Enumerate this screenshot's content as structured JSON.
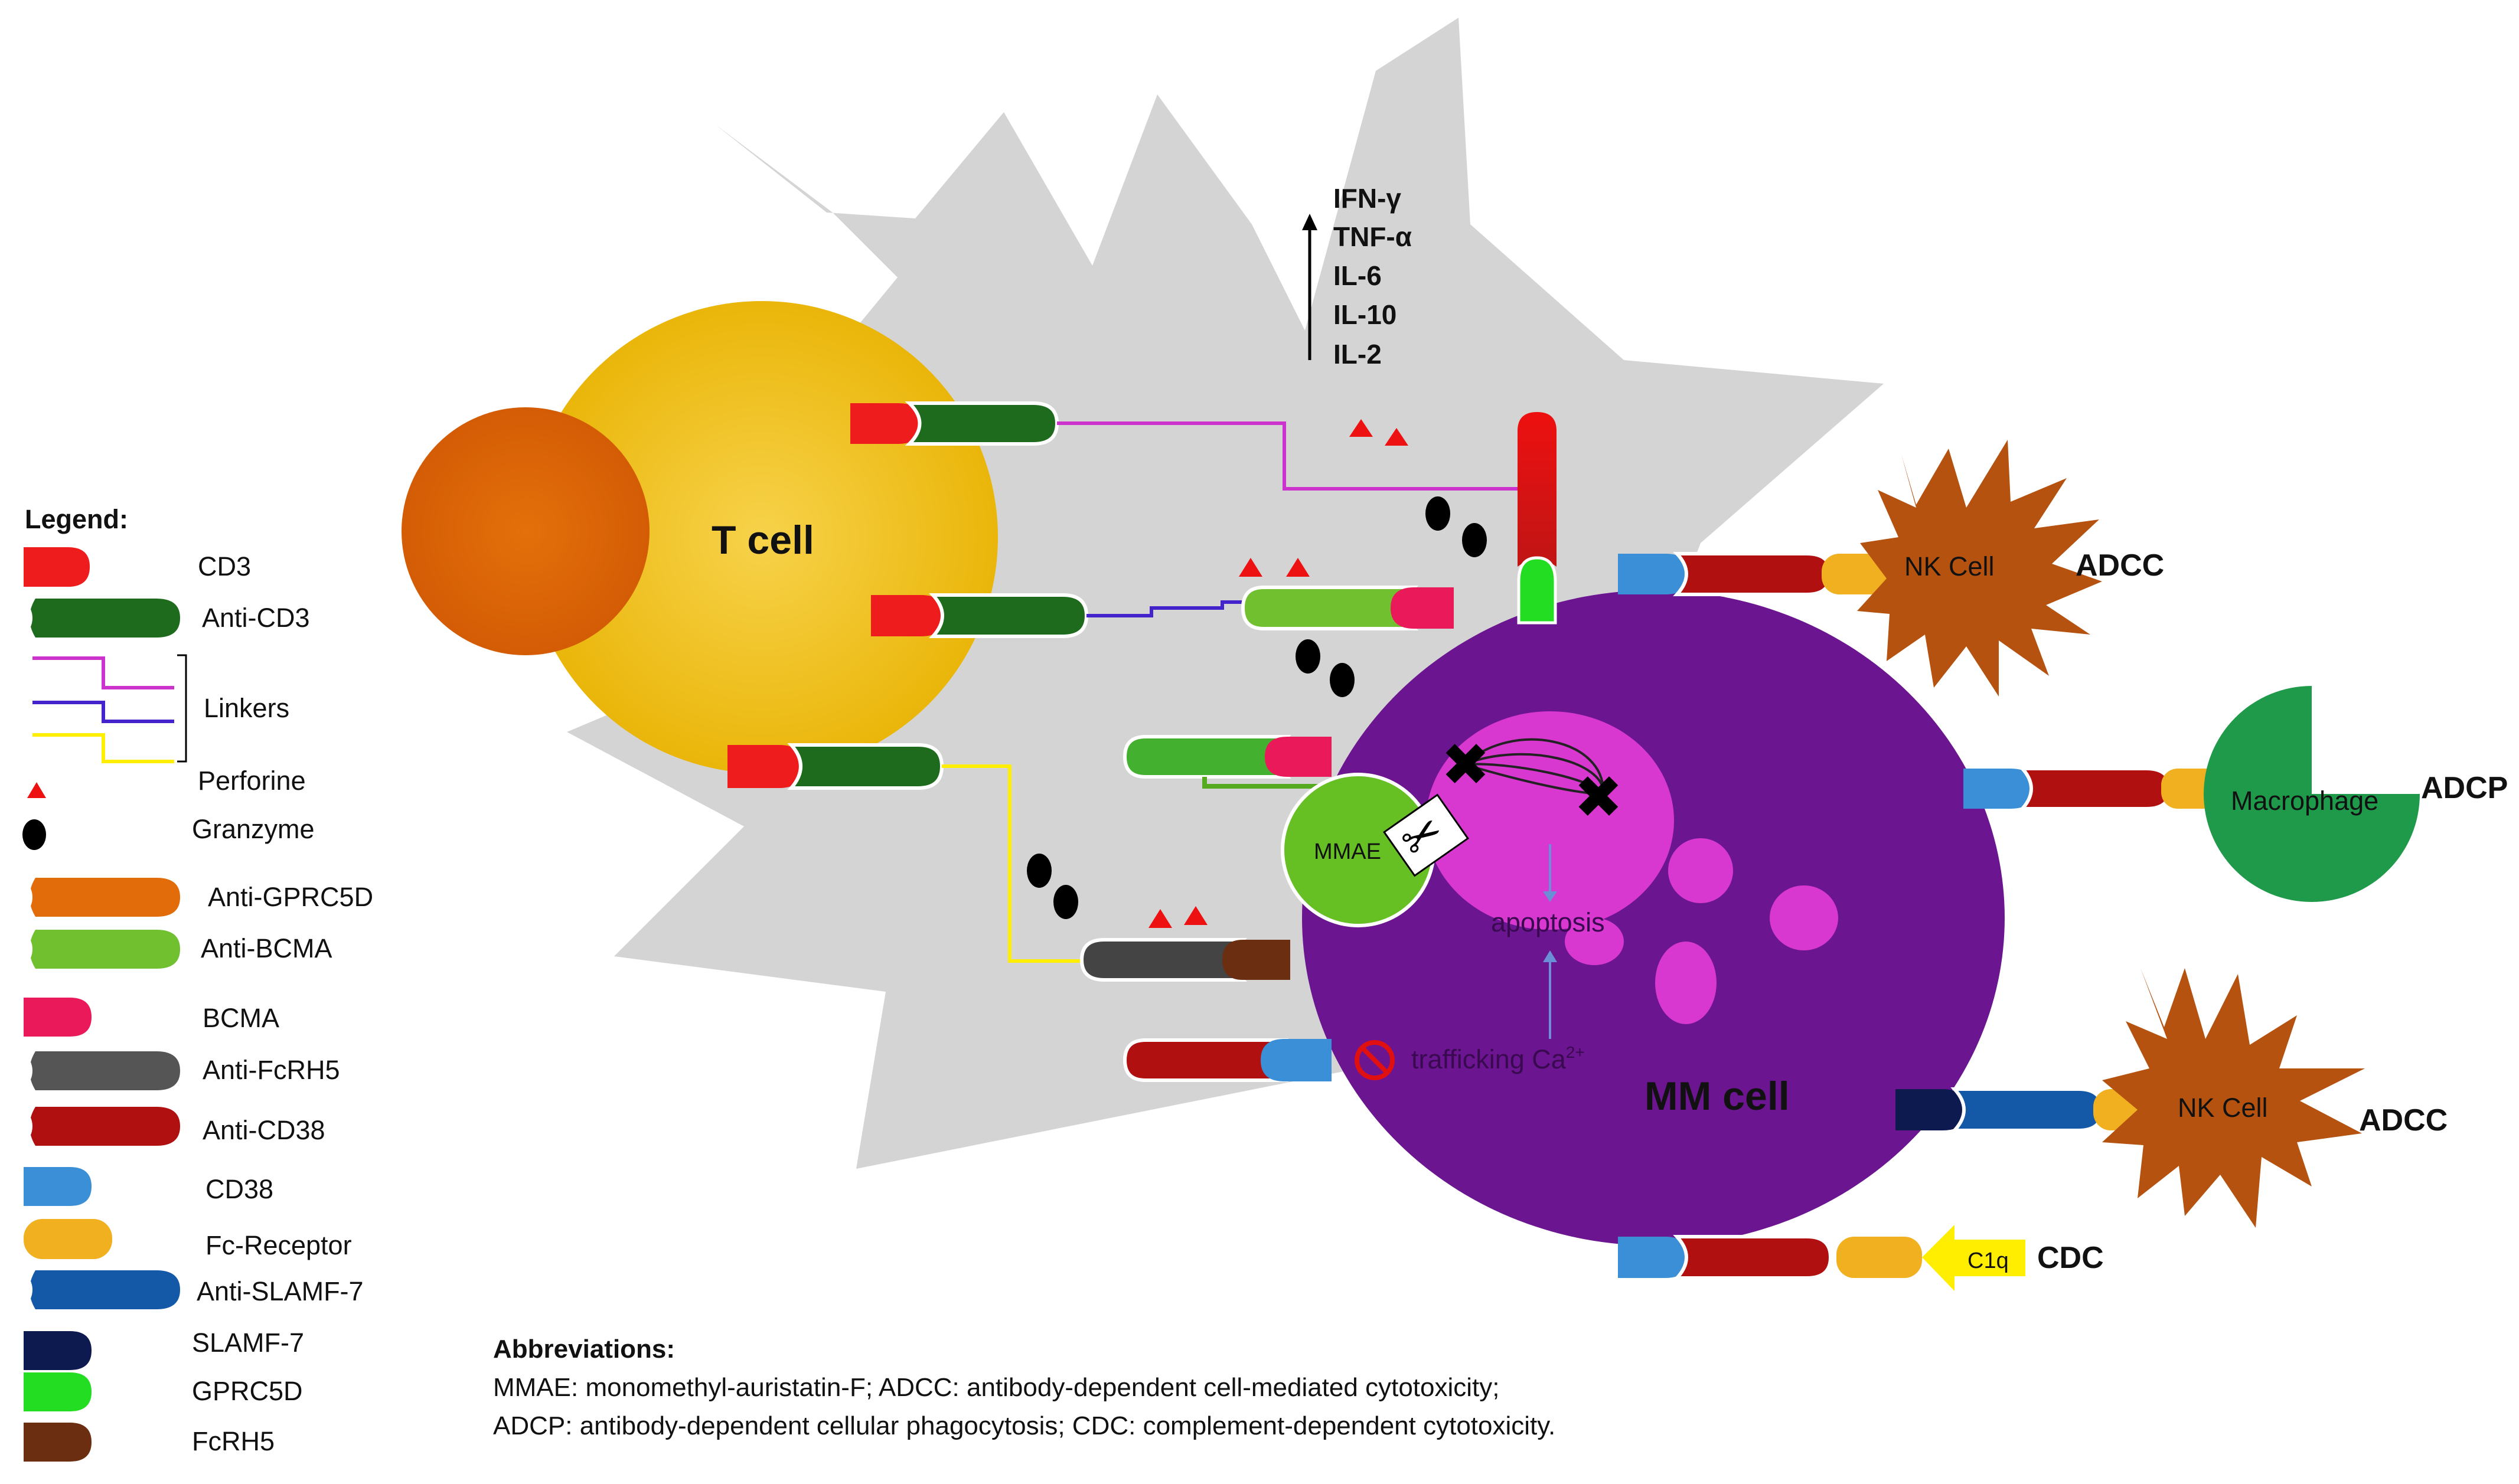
{
  "legend": {
    "title": "Legend:",
    "items": [
      {
        "label": "CD3",
        "color": "#ee1c1c"
      },
      {
        "label": "Anti-CD3",
        "color": "#1e6b1e"
      },
      {
        "label": "Linkers",
        "colors": [
          "#cc33cc",
          "#4422cc",
          "#ffee00"
        ]
      },
      {
        "label": "Perforine",
        "color": "#ee1c1c"
      },
      {
        "label": "Granzyme",
        "color": "#000000"
      },
      {
        "label": "Anti-GPRC5D",
        "color": "#e36c0a"
      },
      {
        "label": "Anti-BCMA",
        "color": "#70c030"
      },
      {
        "label": "BCMA",
        "color": "#ea1a5a"
      },
      {
        "label": "Anti-FcRH5",
        "color": "#555555"
      },
      {
        "label": "Anti-CD38",
        "color": "#b01010"
      },
      {
        "label": "CD38",
        "color": "#3b8fd6"
      },
      {
        "label": "Fc-Receptor",
        "color": "#f0b020"
      },
      {
        "label": "Anti-SLAMF-7",
        "color": "#1458a8"
      },
      {
        "label": "SLAMF-7",
        "color": "#0c1a50"
      },
      {
        "label": "GPRC5D",
        "color": "#22dd22"
      },
      {
        "label": "FcRH5",
        "color": "#6b2e10"
      }
    ]
  },
  "cells": {
    "t_cell": "T cell",
    "mm_cell": "MM cell",
    "nk_cell_top": "NK Cell",
    "nk_cell_bottom": "NK Cell",
    "macrophage": "Macrophage",
    "mmae": "MMAE",
    "c1q": "C1q"
  },
  "mechanisms": {
    "adcc_top": "ADCC",
    "adcp": "ADCP",
    "adcc_bottom": "ADCC",
    "cdc": "CDC"
  },
  "cytokines": [
    "IFN-γ",
    "TNF-α",
    "IL-6",
    "IL-10",
    "IL-2"
  ],
  "intracellular": {
    "apoptosis": "apoptosis",
    "trafficking": "trafficking Ca",
    "trafficking_sup": "2+"
  },
  "abbreviations": {
    "title": "Abbreviations:",
    "line1": "MMAE:  monomethyl-auristatin-F;  ADCC:  antibody-dependent  cell-mediated  cytotoxicity;",
    "line2": "ADCP: antibody-dependent  cellular phagocytosis; CDC: complement-dependent  cytotoxicity."
  }
}
